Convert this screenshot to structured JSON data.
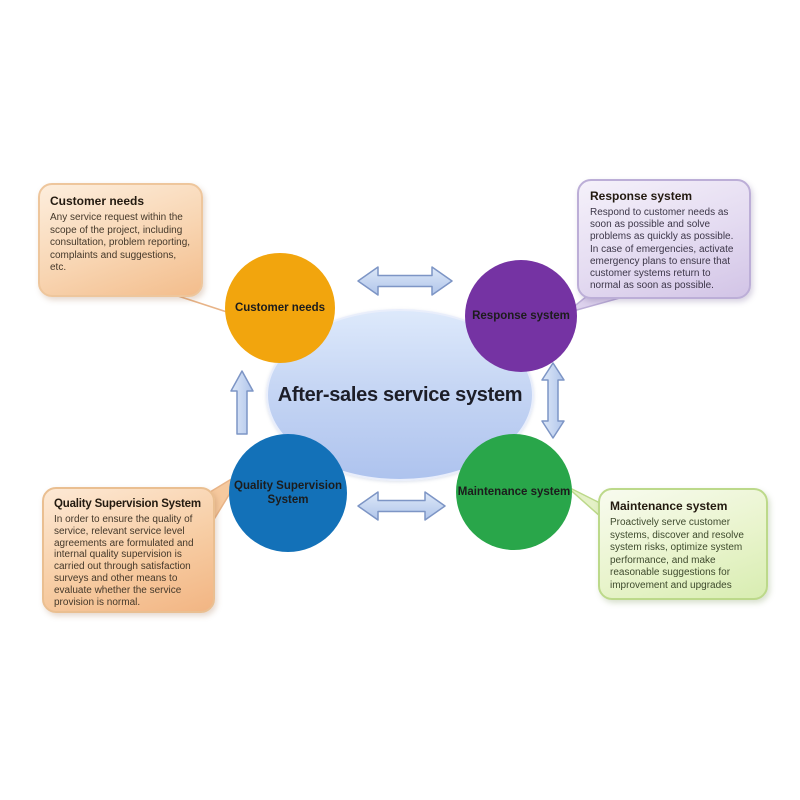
{
  "diagram": {
    "title": "After-sales service system",
    "nodes": [
      {
        "id": "customer-needs",
        "label": "Customer needs",
        "color": "#F2A50D"
      },
      {
        "id": "response-system",
        "label": "Response system",
        "color": "#7533A3"
      },
      {
        "id": "quality-supervision-system",
        "label": "Quality Supervision\nSystem",
        "color": "#1371B8"
      },
      {
        "id": "maintenance-system",
        "label": "Maintenance system",
        "color": "#29A64A"
      }
    ],
    "callouts": [
      {
        "heading": "Customer needs",
        "body": "Any service request within the scope of the project, including consultation, problem reporting, complaints and suggestions, etc."
      },
      {
        "heading": "Response system",
        "body": "Respond to customer needs as soon as possible and solve problems as quickly as possible. In case of emergencies, activate emergency plans to ensure that customer systems return to normal as soon as possible."
      },
      {
        "heading": "Quality Supervision  System",
        "body": "In order to ensure the quality of service, relevant service level agreements are formulated and internal quality supervision is carried out through satisfaction surveys and other means to evaluate whether the service provision is normal."
      },
      {
        "heading": "Maintenance system",
        "body": "Proactively serve customer systems, discover and resolve system risks, optimize system performance, and make reasonable suggestions for improvement and upgrades"
      }
    ],
    "links": [
      {
        "from": "customer-needs",
        "to": "response-system",
        "style": "double-arrow"
      },
      {
        "from": "quality-supervision-system",
        "to": "customer-needs",
        "style": "single-arrow-up"
      },
      {
        "from": "response-system",
        "to": "maintenance-system",
        "style": "double-arrow"
      },
      {
        "from": "quality-supervision-system",
        "to": "maintenance-system",
        "style": "double-arrow"
      }
    ],
    "colors": {
      "ellipse_fill": "#C6D6F4",
      "arrow_fill": "#C7D8F2",
      "arrow_stroke": "#7D95C5",
      "callout_customer": "#F7D2AC",
      "callout_response": "#E0D6EF",
      "callout_quality": "#F6CBA1",
      "callout_maintenance": "#E4F1C6"
    }
  }
}
